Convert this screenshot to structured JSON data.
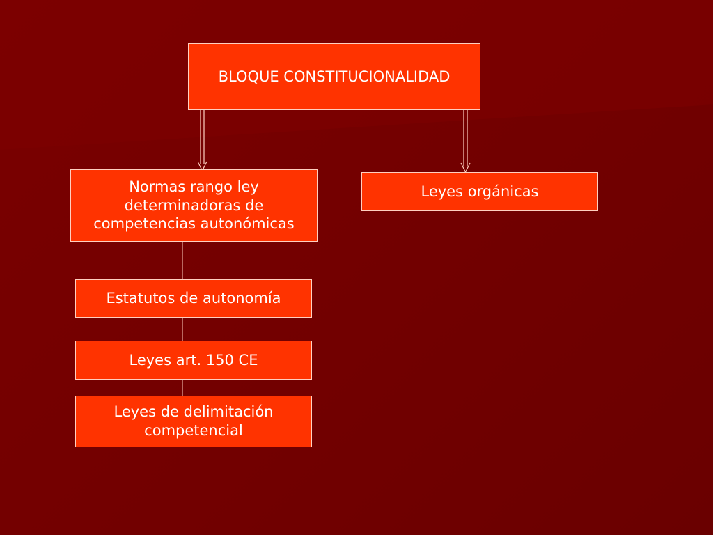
{
  "colors": {
    "background": "#720000",
    "box_fill": "#ff3300",
    "box_border": "#ffd0c0",
    "text": "#ffffff",
    "arrow": "#ffd0c0"
  },
  "diagram": {
    "root": {
      "label": "BLOQUE CONSTITUCIONALIDAD"
    },
    "branch_left": {
      "label": "Normas rango ley determinadoras de competencias autonómicas"
    },
    "branch_right": {
      "label": "Leyes orgánicas"
    },
    "sub_items": [
      {
        "label": "Estatutos de autonomía"
      },
      {
        "label": "Leyes art. 150 CE"
      },
      {
        "label": "Leyes de delimitación competencial"
      }
    ]
  }
}
